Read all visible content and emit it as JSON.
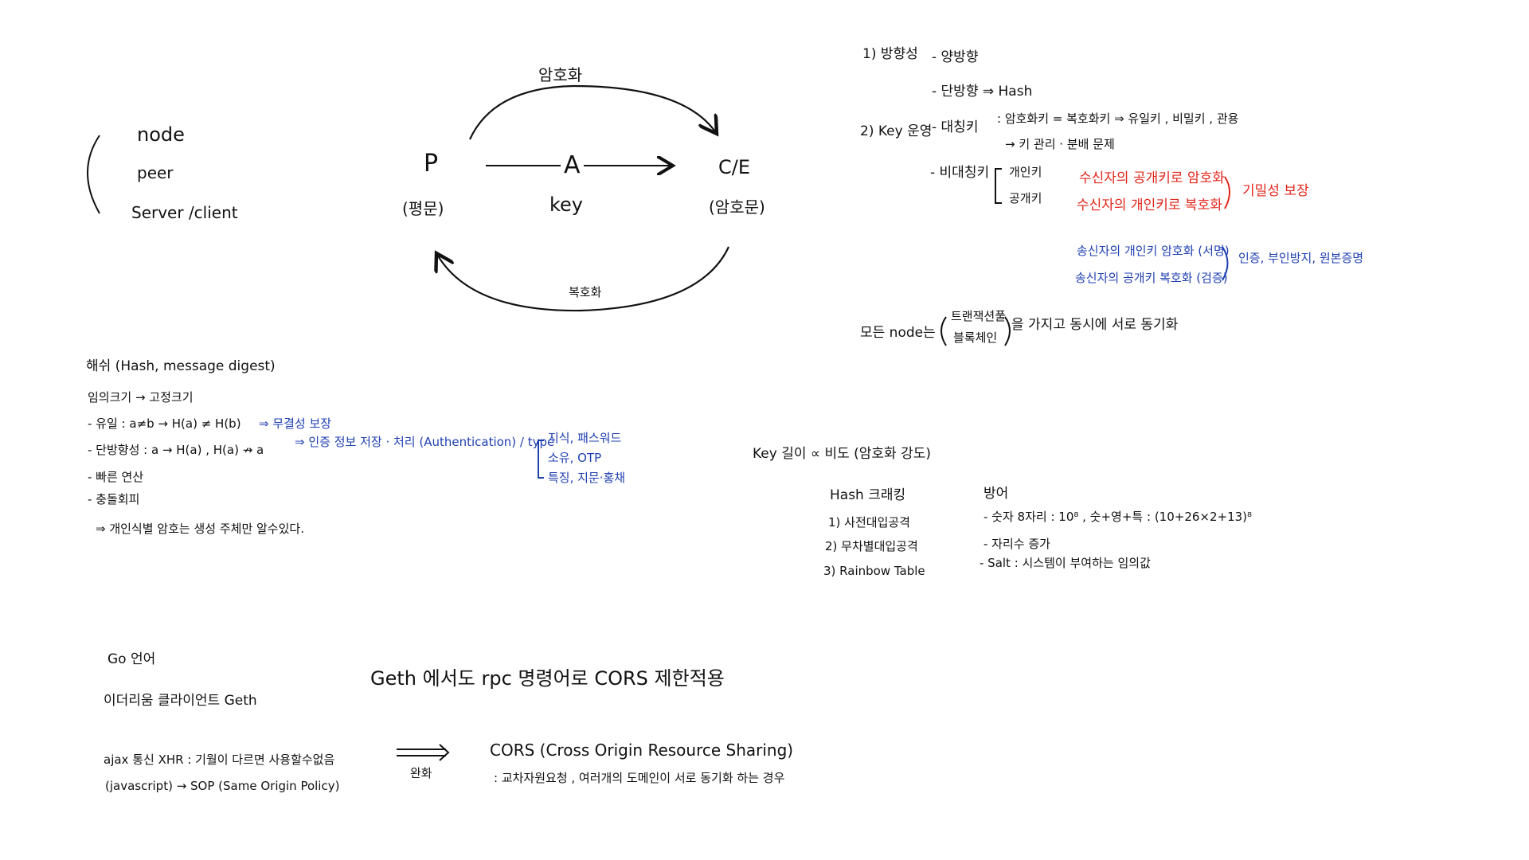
{
  "network": {
    "items": [
      "node",
      "peer",
      "Server /client"
    ]
  },
  "crypto_diagram": {
    "encrypt_label": "암호화",
    "decrypt_label": "복호화",
    "plaintext_symbol": "P",
    "plaintext_label": "(평문)",
    "algorithm_symbol": "A",
    "key_label": "key",
    "ciphertext_symbol": "C/E",
    "ciphertext_label": "(암호문)"
  },
  "properties": {
    "direction_heading": "1) 방향성",
    "bidirectional": "- 양방향",
    "unidirectional": "- 단방향 ⇒ Hash",
    "key_heading": "2) Key 운영",
    "symmetric": "- 대칭키",
    "symmetric_desc": ": 암호화키 = 복호화키 ⇒ 유일키 , 비밀키 , 관용",
    "symmetric_note": "→ 키 관리 · 분배 문제",
    "asymmetric": "- 비대칭키",
    "private_key": "개인키",
    "public_key": "공개키",
    "red_line1": "수신자의 공개키로 암호화",
    "red_line2": "수신자의 개인키로 복호화",
    "red_result": "기밀성 보장",
    "blue_line1": "송신자의 개인키 암호화 (서명)",
    "blue_line2": "송신자의 공개키 복호화 (검증)",
    "blue_result": "인증, 부인방지, 원본증명",
    "sync_prefix": "모든 node는",
    "sync_item1": "트랜잭션풀",
    "sync_item2": "블록체인",
    "sync_suffix": "을 가지고 동시에 서로 동기화"
  },
  "hash": {
    "title": "해쉬 (Hash, message digest)",
    "fixed": "임의크기 → 고정크기",
    "unique": "- 유일 : a≠b → H(a) ≠ H(b)",
    "unique_note": "⇒ 무결성 보장",
    "oneway": "- 단방향성 : a → H(a) , H(a) ↛ a",
    "oneway_note": "⇒ 인증 정보 저장 · 처리 (Authentication) / type",
    "types": [
      "지식, 패스워드",
      "소유, OTP",
      "특징, 지문·홍채"
    ],
    "fast": "- 빠른 연산",
    "collision": "- 충돌회피",
    "conclusion": "⇒ 개인식별 암호는 생성 주체만 알수있다."
  },
  "key_strength": {
    "relation": "Key 길이 ∝ 비도 (암호화 강도)",
    "cracking_heading": "Hash 크래킹",
    "defense_heading": "방어",
    "attacks": [
      "1) 사전대입공격",
      "2) 무차별대입공격",
      "3) Rainbow Table"
    ],
    "defenses": [
      "- 숫자 8자리 : 10⁸ , 숫+영+특 : (10+26×2+13)⁸",
      "- 자리수 증가",
      "- Salt : 시스템이 부여하는 임의값"
    ]
  },
  "geth": {
    "go_lang": "Go 언어",
    "client": "이더리움 클라이언트 Geth",
    "cors_note": "Geth 에서도 rpc 명령어로 CORS 제한적용",
    "ajax": "ajax 통신 XHR : 기월이 다르면 사용할수없음",
    "sop": "(javascript) → SOP (Same Origin Policy)",
    "arrow_label": "완화",
    "cors_title": "CORS (Cross Origin Resource Sharing)",
    "cors_desc": ": 교차자원요청 , 여러개의 도메인이 서로 동기화 하는 경우"
  },
  "colors": {
    "ink": "#111111",
    "blue": "#1f3fb0",
    "red": "#e2261b"
  }
}
